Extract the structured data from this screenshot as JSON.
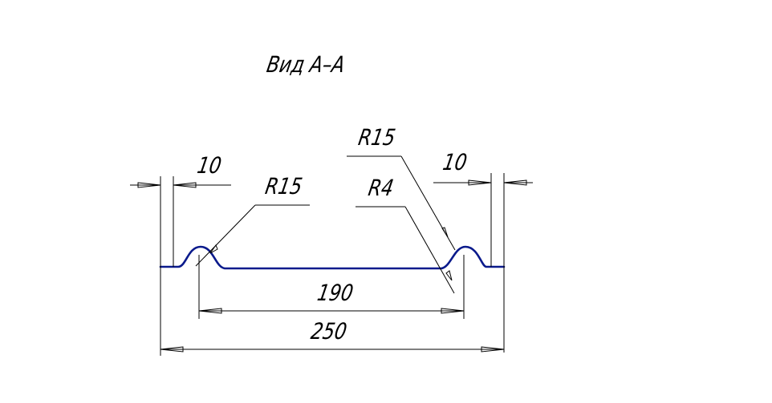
{
  "view_title": "Вид А–А",
  "dimensions": {
    "left_edge": "10",
    "right_edge": "10",
    "inner_width": "190",
    "overall_width": "250"
  },
  "radii": {
    "left_rib": "R15",
    "right_rib_top": "R15",
    "right_rib_bottom": "R4"
  },
  "colors": {
    "profile": "#0a1a8c",
    "dimension": "#000000",
    "background": "#ffffff"
  }
}
